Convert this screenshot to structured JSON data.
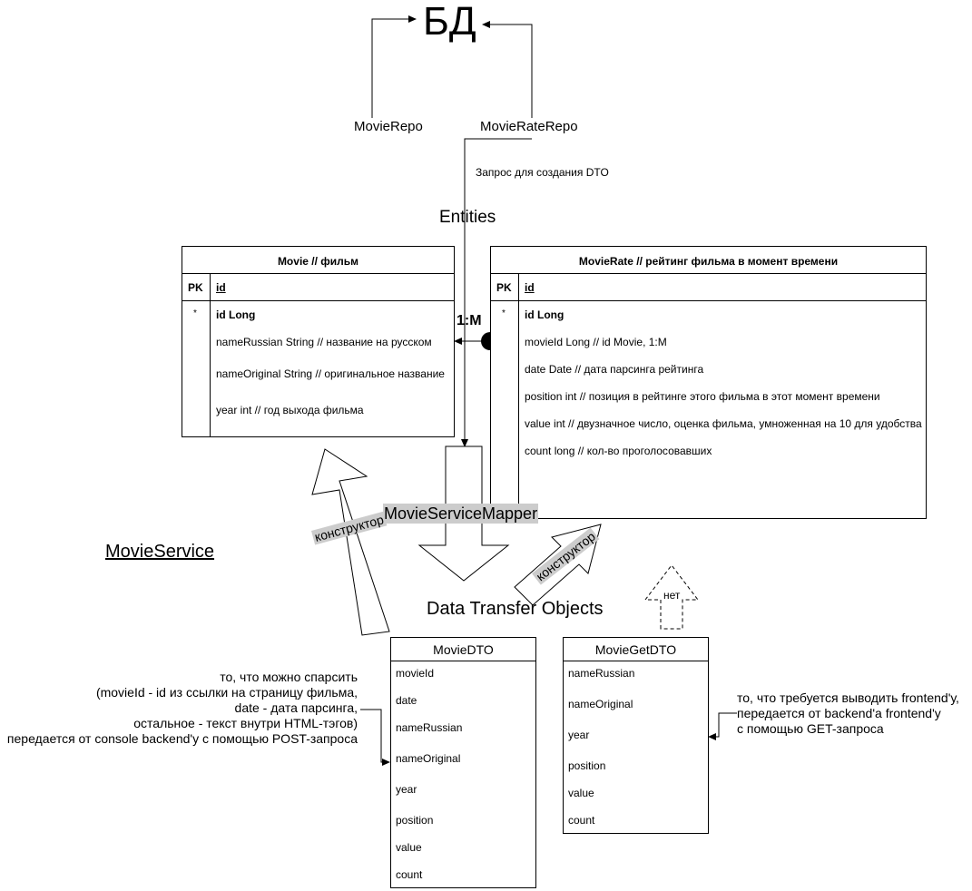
{
  "db": {
    "label": "БД"
  },
  "repos": {
    "movie_repo": "MovieRepo",
    "movie_rate_repo": "MovieRateRepo"
  },
  "query_note": "Запрос для создания DTO",
  "entities_title": "Entities",
  "movie_entity": {
    "title": "Movie // фильм",
    "pk_label": "PK",
    "pk_field": "id",
    "key_marker": "*",
    "id_line": "id Long",
    "fields": [
      "nameRussian String // название на русском",
      "nameOriginal String // оригинальное название",
      "year int // год выхода фильма"
    ]
  },
  "movierate_entity": {
    "title": "MovieRate // рейтинг фильма в момент времени",
    "pk_label": "PK",
    "pk_field": "id",
    "key_marker": "*",
    "id_line": "id Long",
    "fields": [
      "movieId Long // id Movie, 1:M",
      "date Date // дата парсинга рейтинга",
      "position int // позиция в рейтинге этого фильма в этот момент времени",
      "value int // двузначное число, оценка фильма, умноженная на 10 для удобства",
      "count long // кол-во проголосовавших"
    ]
  },
  "relation_label": "1:M",
  "mapper_label": "MovieServiceMapper",
  "service_label": "MovieService",
  "constructor_label_left": "конструктор",
  "constructor_label_right": "конструктор",
  "no_label": "нет",
  "dto_title": "Data Transfer Objects",
  "movie_dto": {
    "title": "MovieDTO",
    "fields": [
      "movieId",
      "date",
      "nameRussian",
      "nameOriginal",
      "year",
      "position",
      "value",
      "count"
    ]
  },
  "movie_get_dto": {
    "title": "MovieGetDTO",
    "fields": [
      "nameRussian",
      "nameOriginal",
      "year",
      "position",
      "value",
      "count"
    ]
  },
  "note_left": [
    "то, что можно спарсить",
    "(movieId - id из ссылки на страницу фильма,",
    "date - дата парсинга,",
    "остальное - текст внутри HTML-тэгов)",
    "передается от console backend'у с помощью POST-запроса"
  ],
  "note_right": [
    "то, что требуется выводить frontend'у,",
    "передается от backend'a frontend'у",
    "с помощью GET-запроса"
  ]
}
